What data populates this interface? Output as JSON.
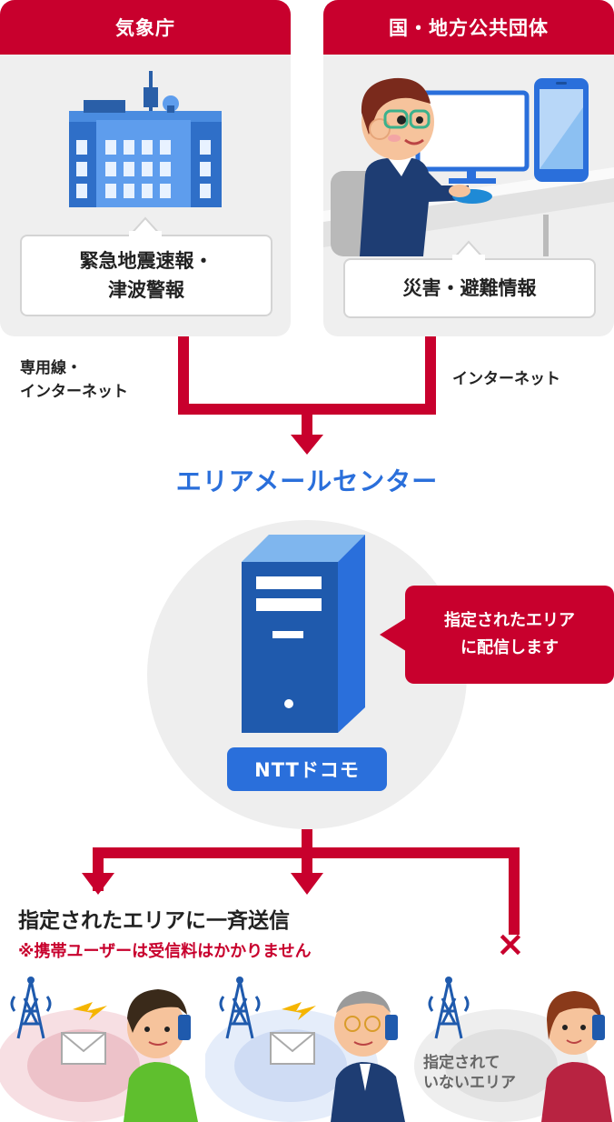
{
  "top": {
    "jma": {
      "title": "気象庁",
      "message": "緊急地震速報・\n津波警報",
      "link_label": "専用線・\nインターネット"
    },
    "gov": {
      "title": "国・地方公共団体",
      "message": "災害・避難情報",
      "link_label": "インターネット"
    }
  },
  "center": {
    "title": "エリアメールセンター",
    "callout": "指定されたエリア\nに配信します",
    "operator": "NTTドコモ"
  },
  "bottom": {
    "broadcast_title": "指定されたエリアに一斉送信",
    "note": "※携帯ユーザーは受信料はかかりません",
    "outside_label": "指定されて\nいないエリア",
    "excluded_mark": "×"
  },
  "colors": {
    "accent": "#c8002d",
    "blue": "#2a6fdb",
    "panel": "#efefef"
  },
  "icons": [
    "office-building-icon",
    "person-at-computer-icon",
    "smartphone-icon",
    "server-icon",
    "antenna-tower-icon",
    "mail-envelope-icon",
    "lightning-icon",
    "person-with-phone-icon"
  ]
}
